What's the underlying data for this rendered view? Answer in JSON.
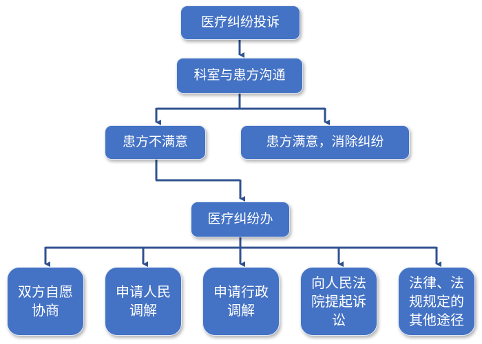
{
  "nodes": {
    "complaint": "医疗纠纷投诉",
    "communicate": "科室与患方沟通",
    "unsatisfied": "患方不满意",
    "satisfied": "患方满意，消除纠纷",
    "office": "医疗纠纷办",
    "options": [
      "双方自愿协商",
      "申请人民调解",
      "申请行政调解",
      "向人民法院提起诉讼",
      "法律、法规规定的其他途径"
    ]
  },
  "colors": {
    "box": "#4472C4",
    "line": "#2F528F"
  }
}
